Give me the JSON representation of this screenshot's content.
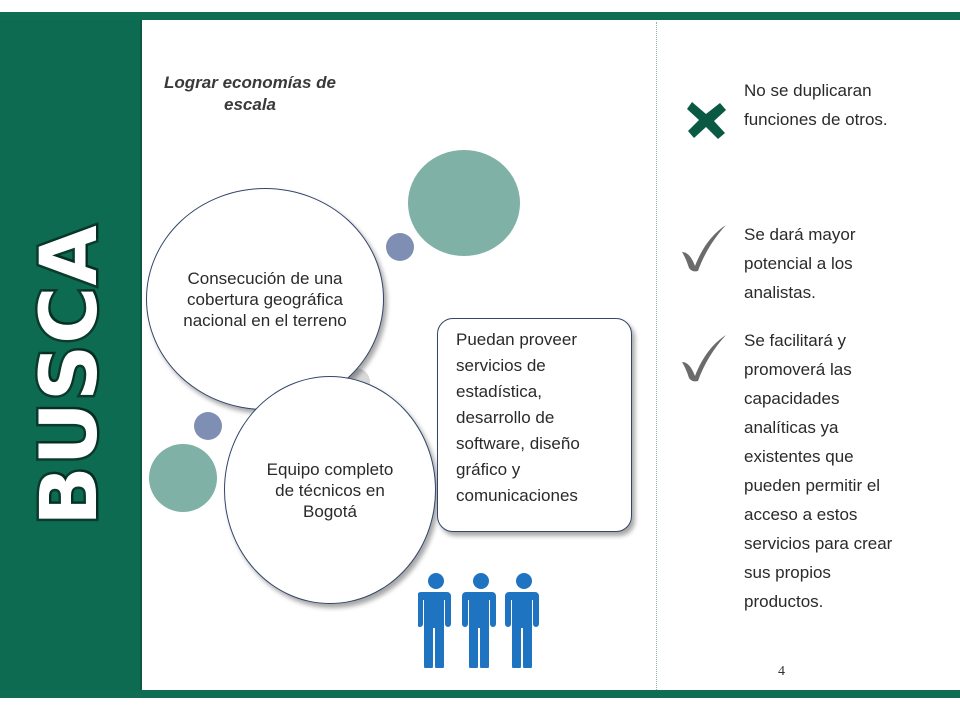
{
  "slide": {
    "side_title": "BUSCA",
    "economias_title": "Lograr economías de escala",
    "circles": {
      "cobertura": "Consecución de una cobertura geográfica nacional en el terreno",
      "equipo": "Equipo completo de técnicos en Bogotá"
    },
    "bubble_text": "Puedan proveer servicios de estadística, desarrollo de software, diseño gráfico y comunicaciones",
    "items": [
      {
        "icon": "x-mark-icon",
        "text": "No se duplicaran funciones de otros."
      },
      {
        "icon": "checkmark-icon",
        "text": "Se dará mayor potencial a los analistas."
      },
      {
        "icon": "checkmark-icon",
        "text": "Se facilitará y promoverá las capacidades analíticas ya existentes que pueden permitir el acceso a estos servicios para crear sus propios productos."
      }
    ],
    "page_number": "4"
  },
  "colors": {
    "brand_green": "#0c6b50",
    "teal_circle": "#7fb1a6",
    "navy_dot": "#7f8fb4",
    "people_blue": "#1f74c2",
    "xmark_green": "#0a5a43",
    "check_grey": "#6b6b6b"
  }
}
